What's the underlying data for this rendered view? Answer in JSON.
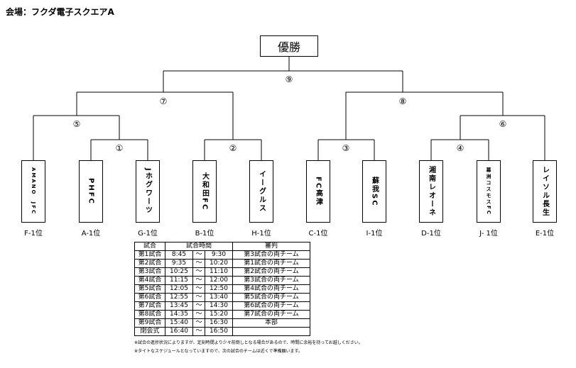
{
  "venue": "会場：フクダ電子スクエアA",
  "winner_label": "優勝",
  "match_numbers": [
    "①",
    "②",
    "③",
    "④",
    "⑤",
    "⑥",
    "⑦",
    "⑧",
    "⑨"
  ],
  "teams": [
    {
      "name": "AMANO JFC",
      "display": "AMANO　JFC",
      "seed": "F-1位"
    },
    {
      "name": "PHFC",
      "display": "PHFC",
      "seed": "A-1位"
    },
    {
      "name": "Jホグワーツ",
      "display": "Jホグワーツ",
      "seed": "G-1位"
    },
    {
      "name": "大和田FC",
      "display": "大和田FC",
      "seed": "B-1位"
    },
    {
      "name": "イーグルス",
      "display": "イーグルス",
      "seed": "H-1位"
    },
    {
      "name": "FC高津",
      "display": "FC高津",
      "seed": "C-1位"
    },
    {
      "name": "蘇我SC",
      "display": "蘇我SC",
      "seed": "I-1位"
    },
    {
      "name": "湘南レオーネ",
      "display": "湘南レオーネ",
      "seed": "D-1位"
    },
    {
      "name": "幕洲コスモスFC",
      "display": "幕洲コスモスFC",
      "seed": "J- 1位"
    },
    {
      "name": "レイソル長生",
      "display": "レイソル長生",
      "seed": "E-1位"
    }
  ],
  "schedule": {
    "headers": {
      "match": "試合",
      "time": "試合時間",
      "referee": "審判"
    },
    "rows": [
      {
        "match": "第1試合",
        "start": "8:45",
        "tilde": "～",
        "end": "9:30",
        "referee": "第3試合の両チーム"
      },
      {
        "match": "第2試合",
        "start": "9:35",
        "tilde": "～",
        "end": "10:20",
        "referee": "第1試合の両チーム"
      },
      {
        "match": "第3試合",
        "start": "10:25",
        "tilde": "～",
        "end": "11:10",
        "referee": "第2試合の両チーム"
      },
      {
        "match": "第4試合",
        "start": "11:15",
        "tilde": "～",
        "end": "12:00",
        "referee": "第3試合の両チーム"
      },
      {
        "match": "第5試合",
        "start": "12:05",
        "tilde": "～",
        "end": "12:50",
        "referee": "第4試合の両チーム"
      },
      {
        "match": "第6試合",
        "start": "12:55",
        "tilde": "～",
        "end": "13:40",
        "referee": "第5試合の両チーム"
      },
      {
        "match": "第7試合",
        "start": "13:45",
        "tilde": "～",
        "end": "14:30",
        "referee": "第6試合の両チーム"
      },
      {
        "match": "第8試合",
        "start": "14:35",
        "tilde": "～",
        "end": "15:20",
        "referee": "第7試合の両チーム"
      },
      {
        "match": "第9試合",
        "start": "15:40",
        "tilde": "～",
        "end": "16:30",
        "referee": "本部"
      },
      {
        "match": "閉会式",
        "start": "16:40",
        "tilde": "～",
        "end": "16:50",
        "referee": ""
      }
    ]
  },
  "notes": [
    "※試合の進捗状況によりますが、定刻時間より少々前倒しとなる場合があるので、時間に余裕を持ってお越しください。",
    "※タイトなスケジュールとなっていますので、次の試合のチームは近くで準備願います。"
  ]
}
